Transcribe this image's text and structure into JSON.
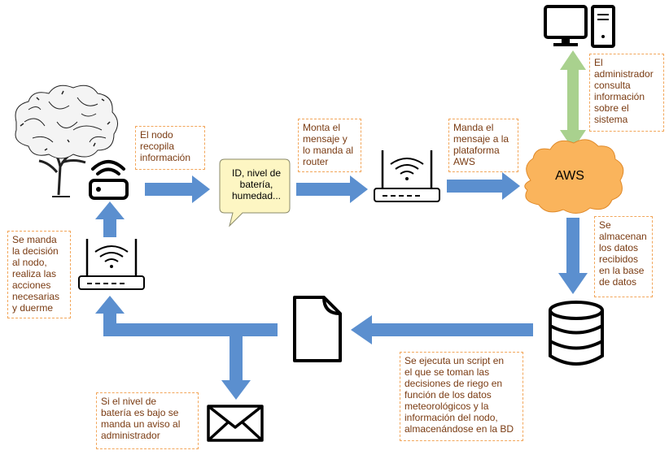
{
  "notes": {
    "nodo_recopila": "El nodo\nrecopila\ninformación",
    "monta_mensaje": "Monta el\nmensaje y\nlo manda al\nrouter",
    "manda_plataforma": "Manda el\nmensaje a la\nplataforma\nAWS",
    "admin_consulta": "El\nadministrador\nconsulta\ninformación\nsobre el\nsistema",
    "almacenan": "Se\nalmacenan\nlos datos\nrecibidos\nen la base\nde datos",
    "script": "Se ejecuta un script en\nel que se toman las\ndecisiones de riego en\nfunción de los datos\nmeteorológicos y la\ninformación del nodo,\nalmacenándose en la BD",
    "bateria": "Si el nivel de\nbatería es bajo se\nmanda un aviso al\nadministrador",
    "decision": "Se manda\nla decisión\nal nodo,\nrealiza las\nacciones\nnecesarias\ny duerme"
  },
  "bubble": {
    "text": "ID, nivel de\nbatería,\nhumedad..."
  },
  "cloud": {
    "label": "AWS"
  },
  "colors": {
    "arrow_blue": "#5b8fcf",
    "arrow_green": "#a9d18e",
    "cloud_fill": "#fab45c",
    "bubble_fill": "#fdf6c3",
    "note_border": "#f2a65a",
    "note_text": "#7a3b12"
  },
  "icons": [
    "tree-icon",
    "node-device-icon",
    "router-icon",
    "chat-bubble-icon",
    "cloud-icon",
    "desktop-computer-icon",
    "database-icon",
    "document-icon",
    "envelope-icon"
  ]
}
